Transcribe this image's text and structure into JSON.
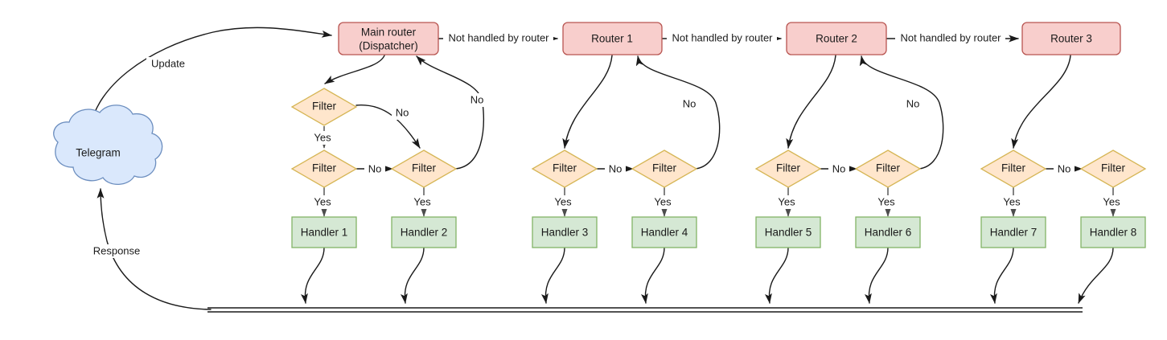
{
  "diagram": {
    "title": "Telegram bot update routing flow",
    "colors": {
      "router_fill": "#f8cecc",
      "router_stroke": "#b85450",
      "filter_fill": "#ffe6cc",
      "filter_stroke": "#d6b656",
      "handler_fill": "#d5e8d4",
      "handler_stroke": "#82b366",
      "cloud_fill": "#dae8fc",
      "cloud_stroke": "#6c8ebf",
      "edge_stroke": "#1a1a1a",
      "background": "#ffffff"
    },
    "cloud": {
      "label": "Telegram"
    },
    "routers": [
      {
        "id": "main-router",
        "line1": "Main router",
        "line2": "(Dispatcher)"
      },
      {
        "id": "router-1",
        "line1": "Router 1",
        "line2": ""
      },
      {
        "id": "router-2",
        "line1": "Router 2",
        "line2": ""
      },
      {
        "id": "router-3",
        "line1": "Router 3",
        "line2": ""
      }
    ],
    "filters": [
      {
        "id": "filter-a",
        "label": "Filter"
      },
      {
        "id": "filter-b",
        "label": "Filter"
      },
      {
        "id": "filter-c",
        "label": "Filter"
      },
      {
        "id": "filter-1",
        "label": "Filter"
      },
      {
        "id": "filter-2",
        "label": "Filter"
      },
      {
        "id": "filter-3",
        "label": "Filter"
      },
      {
        "id": "filter-4",
        "label": "Filter"
      },
      {
        "id": "filter-5",
        "label": "Filter"
      },
      {
        "id": "filter-6",
        "label": "Filter"
      }
    ],
    "handlers": [
      {
        "id": "handler-1",
        "label": "Handler 1"
      },
      {
        "id": "handler-2",
        "label": "Handler 2"
      },
      {
        "id": "handler-3",
        "label": "Handler 3"
      },
      {
        "id": "handler-4",
        "label": "Handler 4"
      },
      {
        "id": "handler-5",
        "label": "Handler 5"
      },
      {
        "id": "handler-6",
        "label": "Handler 6"
      },
      {
        "id": "handler-7",
        "label": "Handler 7"
      },
      {
        "id": "handler-8",
        "label": "Handler 8"
      }
    ],
    "edge_labels": {
      "update": "Update",
      "response": "Response",
      "not_handled_1": "Not handled by router",
      "not_handled_2": "Not handled by router",
      "not_handled_3": "Not handled by router",
      "yes": "Yes",
      "no": "No"
    },
    "yes_labels": [
      "Yes",
      "Yes",
      "Yes",
      "Yes",
      "Yes",
      "Yes",
      "Yes",
      "Yes",
      "Yes"
    ],
    "no_labels": [
      "No",
      "No",
      "No",
      "No",
      "No",
      "No",
      "No",
      "No",
      "No"
    ]
  }
}
